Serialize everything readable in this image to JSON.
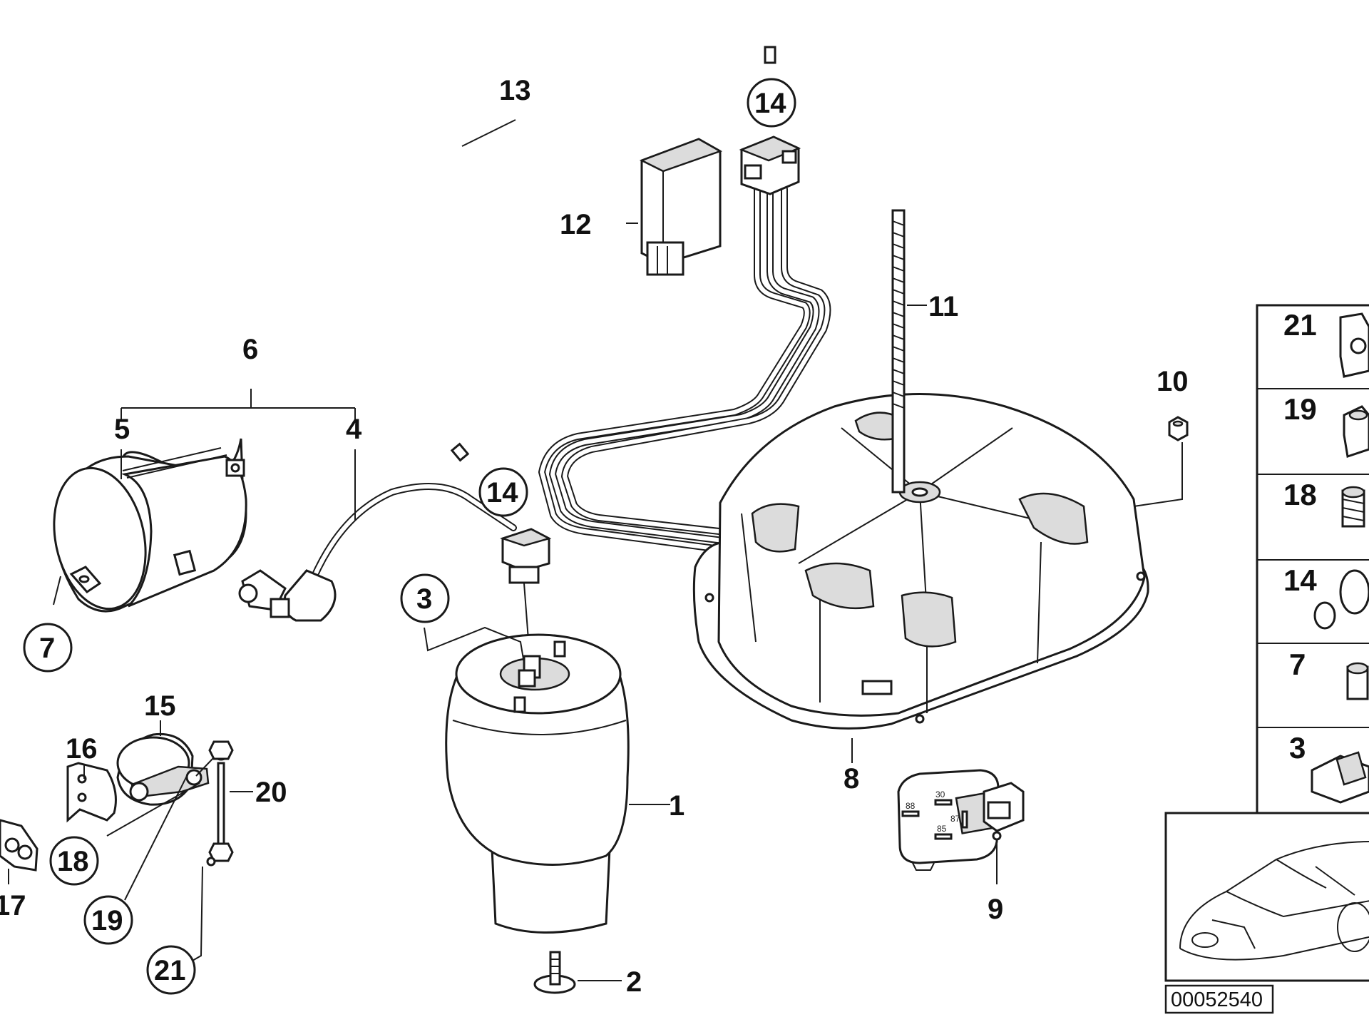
{
  "labels": {
    "p1": "1",
    "p2": "2",
    "p3": "3",
    "p4": "4",
    "p5": "5",
    "p6": "6",
    "p7": "7",
    "p8": "8",
    "p9": "9",
    "p10": "10",
    "p11": "11",
    "p12": "12",
    "p13": "13",
    "p14a": "14",
    "p14b": "14",
    "p15": "15",
    "p16": "16",
    "p17": "17",
    "p18": "18",
    "p19": "19",
    "p20": "20",
    "p21": "21"
  },
  "relay_pins": [
    "30",
    "88",
    "87",
    "85"
  ],
  "side_panel": [
    "21",
    "19",
    "18",
    "14",
    "7",
    "3"
  ],
  "reference_number": "00052540"
}
